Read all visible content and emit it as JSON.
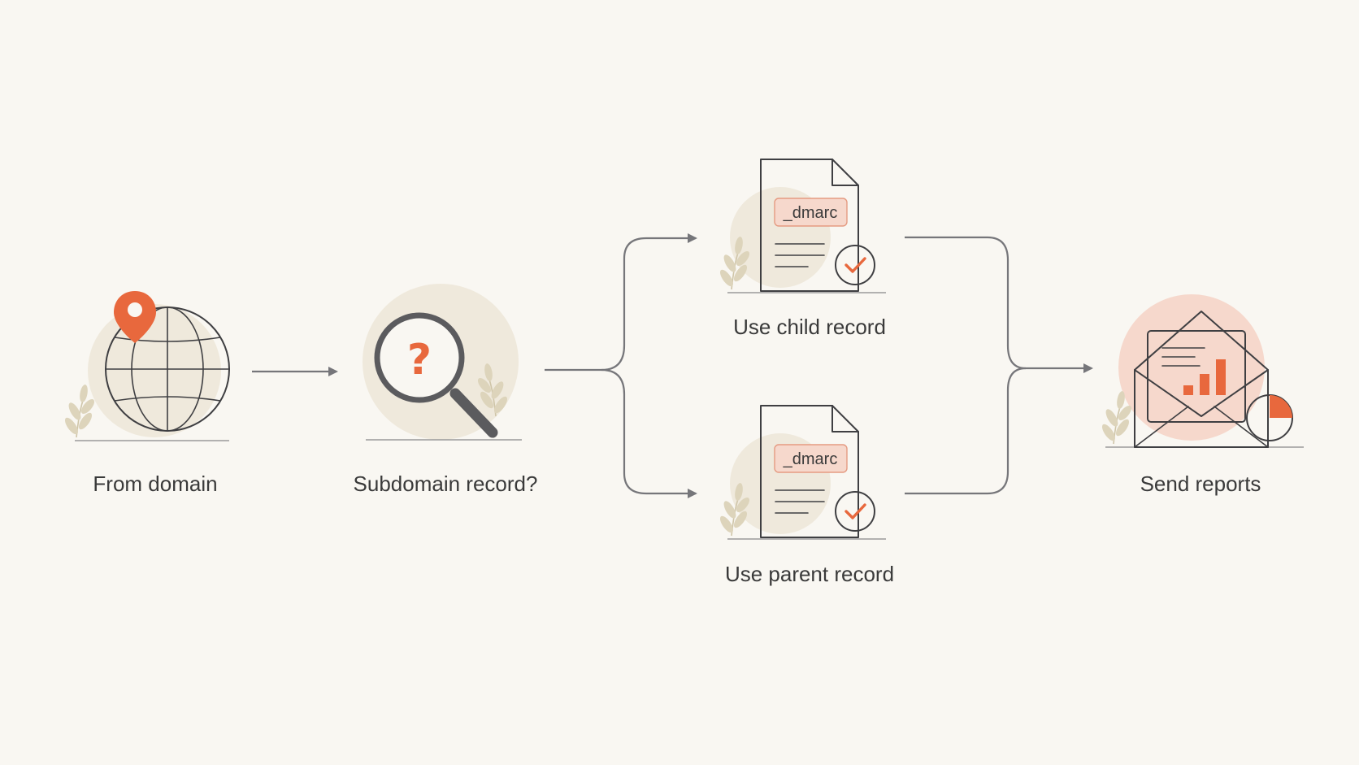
{
  "nodes": {
    "from_domain": {
      "label": "From domain"
    },
    "subdomain_record": {
      "label": "Subdomain record?",
      "glyph": "?"
    },
    "child_record": {
      "label": "Use child record",
      "tag": "_dmarc"
    },
    "parent_record": {
      "label": "Use parent record",
      "tag": "_dmarc"
    },
    "send_reports": {
      "label": "Send reports"
    }
  },
  "icons": {
    "from_domain": "globe-with-location-pin-icon",
    "subdomain_record": "magnifying-glass-question-icon",
    "child_record": "dns-record-document-check-icon",
    "parent_record": "dns-record-document-check-icon",
    "send_reports": "envelope-with-report-icon"
  },
  "colors": {
    "background": "#f9f7f2",
    "accent": "#e8683d",
    "accent_soft": "#f6d8cc",
    "ink": "#3f3f42",
    "connector": "#76767a",
    "blob": "#efe9dc"
  }
}
